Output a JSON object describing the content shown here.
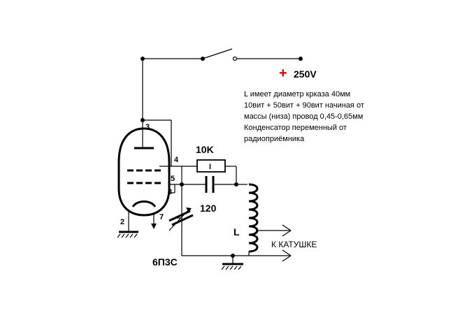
{
  "supply": {
    "plus": "+",
    "voltage": "250V"
  },
  "note": {
    "line1": "L  имеет диаметр крказа 40мм",
    "line2": "10вит + 50вит + 90вит  начиная от",
    "line3": "массы (низа) провод 0,45-0,65мм",
    "line4": "Конденсатор переменный от",
    "line5": " радиоприёмника"
  },
  "resistor": {
    "value": "10K",
    "mark": "I"
  },
  "capacitor": {
    "value": "120"
  },
  "coil": {
    "label": "L"
  },
  "output": {
    "label": "К КАТУШКЕ"
  },
  "tube": {
    "name": "6П3С",
    "pins": {
      "p3": "3",
      "p4": "4",
      "p5": "5",
      "p8": "8",
      "p2": "2",
      "p7": "7"
    }
  }
}
